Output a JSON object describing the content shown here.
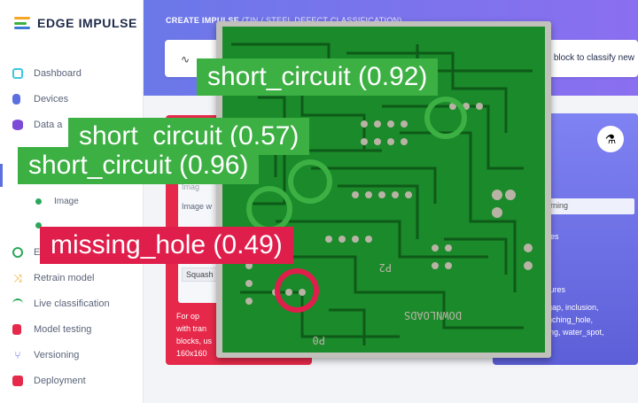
{
  "app": {
    "brand": "EDGE IMPULSE",
    "logo_colors": [
      "#f5a623",
      "#3cb043",
      "#3a7bd5"
    ]
  },
  "sidebar": {
    "items": [
      {
        "label": "Dashboard",
        "icon": "monitor-icon",
        "color": "#3ec6e0"
      },
      {
        "label": "Devices",
        "icon": "chip-icon",
        "color": "#5b6fe0"
      },
      {
        "label": "Data a",
        "icon": "database-icon",
        "color": "#7b4bd8"
      },
      {
        "label": "E",
        "icon": "compass-icon",
        "color": "#2aa85a"
      },
      {
        "label": "Retrain model",
        "icon": "shuffle-icon",
        "color": "#f5a623"
      },
      {
        "label": "Live classification",
        "icon": "signal-icon",
        "color": "#2aa85a"
      },
      {
        "label": "Model testing",
        "icon": "clipboard-check-icon",
        "color": "#e6294a"
      },
      {
        "label": "Versioning",
        "icon": "branch-icon",
        "color": "#5b6fe0"
      },
      {
        "label": "Deployment",
        "icon": "package-icon",
        "color": "#e6294a"
      }
    ],
    "subitems": [
      {
        "label": "Image"
      }
    ]
  },
  "header": {
    "title": "CREATE IMPULSE",
    "subtitle": "(TIN / STEEL DEFECT CLASSIFICATION)",
    "description": "g block to classify new"
  },
  "input_block": {
    "label_top": "Imag",
    "label_width": "Image w",
    "resize_mode": "Squash",
    "note_lines": [
      "For op",
      "with tran",
      "blocks, us",
      "160x160"
    ]
  },
  "learning_block": {
    "input_value": "arning",
    "text_features": "res",
    "text_output": "tures",
    "classes_lines": [
      "gap, inclusion,",
      "nching_hole,",
      "ing, water_spot,",
      ")"
    ]
  },
  "detections": [
    {
      "label": "short_circuit (0.92)",
      "class": "short_circuit",
      "score": 0.92,
      "color": "#3cb043"
    },
    {
      "label": "short_circuit (0.57)",
      "class": "short_circuit",
      "score": 0.57,
      "color": "#3cb043"
    },
    {
      "label": "short_circuit (0.96)",
      "class": "short_circuit",
      "score": 0.96,
      "color": "#3cb043"
    },
    {
      "label": "missing_hole (0.49)",
      "class": "missing_hole",
      "score": 0.49,
      "color": "#e01e4c"
    }
  ],
  "pcb": {
    "silkscreen_main": "DOWNLOADS",
    "silkscreen_p1": "P0",
    "silkscreen_p2": "P2",
    "board_color": "#1a8a2a"
  }
}
